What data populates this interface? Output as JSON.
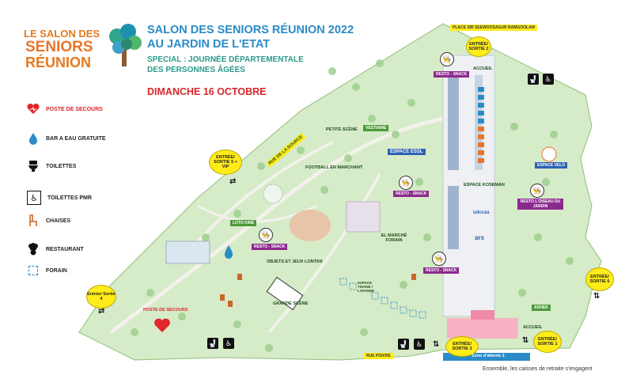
{
  "logo": {
    "line1": "LE SALON DES",
    "line2": "SENIORS",
    "line3": "RÉUNION"
  },
  "header": {
    "title_line1": "SALON DES SENIORS RÉUNION 2022",
    "title_line2": "AU JARDIN DE L'ETAT",
    "subtitle_line1": "SPECIAL : JOURNÉE DÉPARTEMENTALE",
    "subtitle_line2": "DES PERSONNES ÂGÉES",
    "date": "DIMANCHE 16 OCTOBRE"
  },
  "legend": [
    {
      "icon": "first-aid-icon",
      "label": "POSTE DE SECOURS"
    },
    {
      "icon": "water-drop-icon",
      "label": "BAR A EAU GRATUITE"
    },
    {
      "icon": "toilet-icon",
      "label": "TOILETTES"
    },
    {
      "icon": "wheelchair-icon",
      "label": "TOILETTES PMR"
    },
    {
      "icon": "chair-icon",
      "label": "CHAISES"
    },
    {
      "icon": "chef-icon",
      "label": "RESTAURANT"
    },
    {
      "icon": "stand-square-icon",
      "label": "FORAIN"
    }
  ],
  "map": {
    "place": "PLACE SIR SEEWOOSAGUR RAMGOOLAM",
    "entrance2": "ENTRÉE/ SORTIE 2",
    "accueil_top": "ACCUEIL",
    "resto1": "RESTO - SNACK",
    "resto2": "RESTO - SNACK",
    "resto3": "RESTO - SNACK",
    "resto4": "RESTO - SNACK",
    "resto5": "RESTO L'OISEAU DU JARDIN",
    "petite_scene": "PETITE SCÈNE",
    "vestiaire": "VESTIAIRE",
    "espace_essl": "ESPACE ESSL",
    "espace_koseman": "ESPACE KOSEMAN",
    "espace_velo": "ESPACE VELO",
    "rue_source": "RUE DE LA SOURCE",
    "entrance5": "ENTRÉE/ SORTIE 5 + VIP",
    "football": "FOOTBALL EN MARCHANT",
    "loto_kine": "LOTO KINÉ",
    "marche_forain": "EL MARCHÉ FORAIN",
    "objets": "OBJETS ET JEUX LONTAN",
    "grande_scene": "GRANDE SCÈNE",
    "entrance4": "Entrée/ Sortie 4",
    "poste_secours": "POSTE DE SECOURS",
    "entrance6": "ENTRÉE/ SORTIE 6",
    "adher": "ADHER",
    "accueil_bottom": "ACCUEIL",
    "entrance1": "ENTRÉE/ SORTIE 1",
    "entrance3": "ENTRÉE/ SORTIE 3",
    "zone_attente": "Zone d'attente 1",
    "rue_poivre": "RUE POIVRE",
    "udccas": "udccas",
    "ars": "ars",
    "espace_tisane": "ESPACE TISANE / LAVANDE",
    "bottom_note": "Ensemble, les caisses de retraite s'engagent"
  },
  "colors": {
    "header_blue": "#2a8bc8",
    "date_red": "#d7262b",
    "logo_orange": "#e57a1f",
    "park_green": "#cfe8c1",
    "entrance_yellow": "#ffec1a",
    "resto_purple": "#8b2a8e"
  }
}
